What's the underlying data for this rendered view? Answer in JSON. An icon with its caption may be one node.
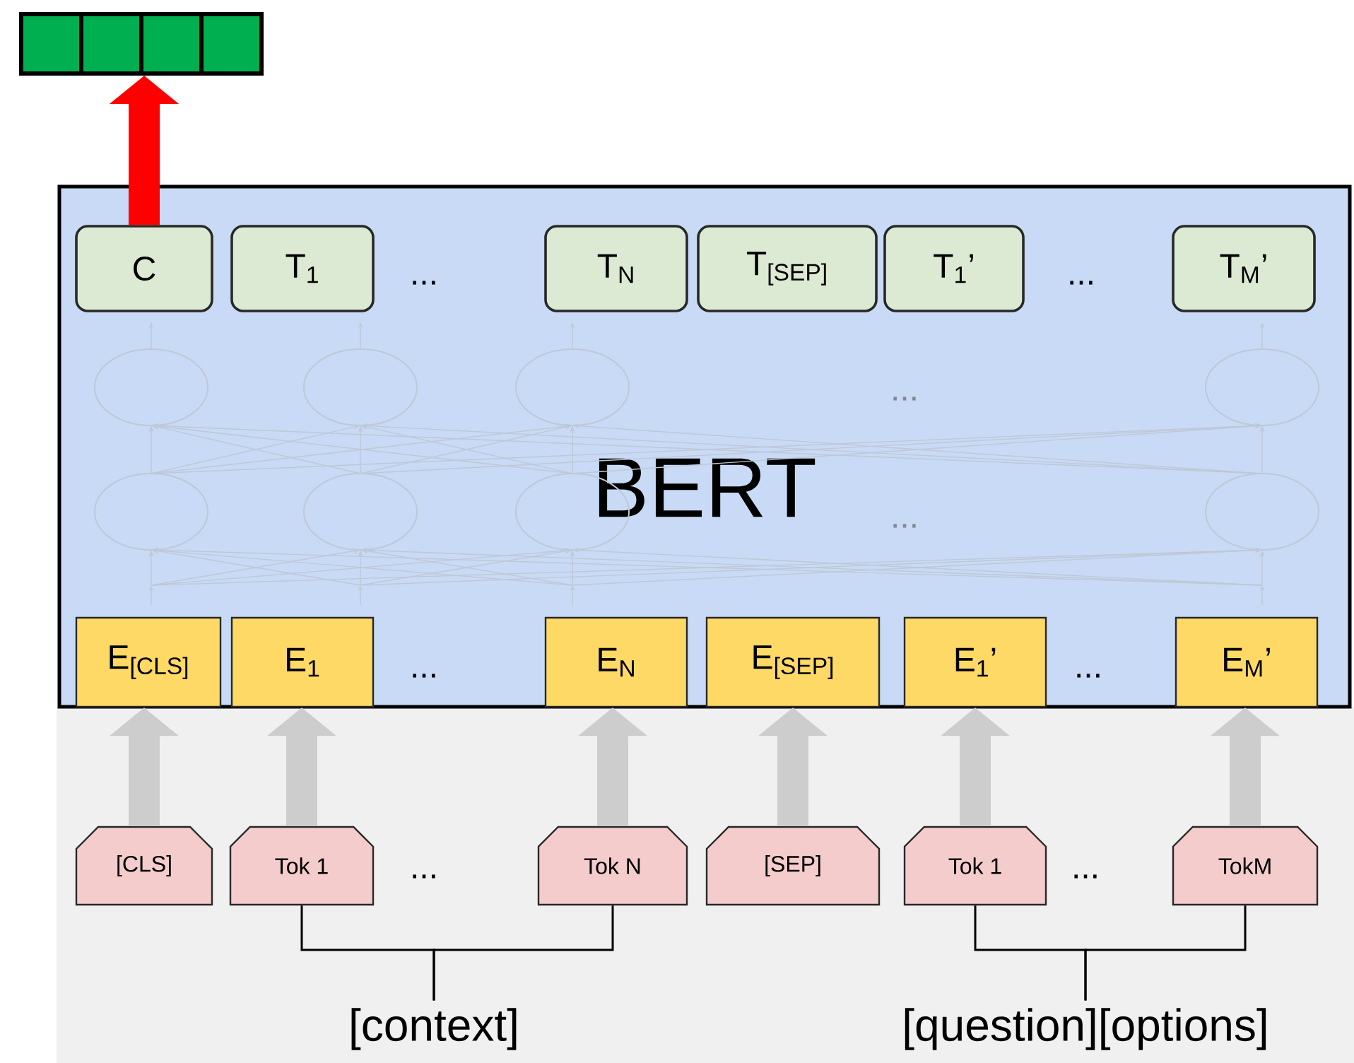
{
  "diagram": {
    "nodes": [
      {
        "text": [
          "BERT"
        ]
      },
      {
        "text": [
          "C"
        ],
        "in": 0
      },
      {
        "text": [
          "T$_{1}$"
        ],
        "in": 0
      },
      {
        "text": [
          "T$_{N}$"
        ],
        "in": 0
      },
      {
        "text": [
          "T$_{[SEP]}$"
        ],
        "in": 0
      },
      {
        "text": [
          "T$_{1}$’"
        ],
        "in": 0
      },
      {
        "text": [
          "T$_{M}$’"
        ],
        "in": 0
      },
      {
        "text": [
          "E$_{[CLS]}$"
        ],
        "in": 0
      },
      {
        "text": [
          "E$_{1}$"
        ],
        "in": 0
      },
      {
        "text": [
          "E$_{N}$"
        ],
        "in": 0
      },
      {
        "text": [
          "E$_{[SEP]}$"
        ],
        "in": 0
      },
      {
        "text": [
          "E$_{1}$’"
        ],
        "in": 0
      },
      {
        "text": [
          "E$_{M}$’"
        ],
        "in": 0
      },
      {
        "text": [
          "[CLS]"
        ]
      },
      {
        "text": [
          "Tok 1"
        ]
      },
      {
        "text": [
          "Tok N"
        ]
      },
      {
        "text": [
          "[SEP]"
        ]
      },
      {
        "text": [
          "Tok 1"
        ]
      },
      {
        "text": [
          "TokM"
        ]
      },
      {
        "text": [],
        "shape": "bar"
      },
      {
        "text": [
          "[context]"
        ]
      },
      {
        "text": [
          "[question][options]"
        ]
      }
    ],
    "edges": [
      {
        "from": 1,
        "to": 19,
        "arrow": "to",
        "color": "#ff0000"
      },
      {
        "from": 13,
        "to": 7,
        "arrow": "to"
      },
      {
        "from": 14,
        "to": 8,
        "arrow": "to"
      },
      {
        "from": 15,
        "to": 9,
        "arrow": "to"
      },
      {
        "from": 16,
        "to": 10,
        "arrow": "to"
      },
      {
        "from": 17,
        "to": 11,
        "arrow": "to"
      },
      {
        "from": 18,
        "to": 12,
        "arrow": "to"
      },
      {
        "from": 14,
        "to": 20,
        "arrow": "none",
        "color": "#000000"
      },
      {
        "from": 15,
        "to": 20,
        "arrow": "none",
        "color": "#000000"
      },
      {
        "from": 17,
        "to": 21,
        "arrow": "none",
        "color": "#000000"
      },
      {
        "from": 18,
        "to": 21,
        "arrow": "none",
        "color": "#000000"
      }
    ],
    "labels": [
      "...",
      "...",
      "...",
      "...",
      "...",
      "...",
      "...",
      "..."
    ]
  }
}
